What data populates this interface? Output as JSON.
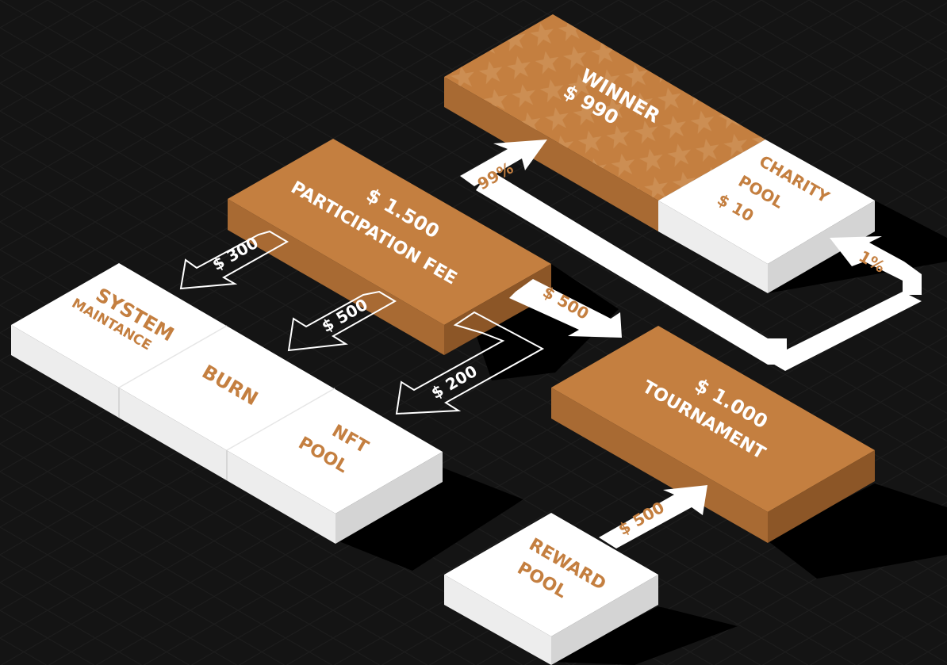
{
  "colors": {
    "background": "#141414",
    "copper_top": "#c47f40",
    "copper_side_left": "#a86a33",
    "copper_side_right": "#8c5627",
    "white_top": "#ffffff",
    "white_side_left": "#ededed",
    "white_side_right": "#d4d4d4",
    "label_on_copper": "#ffffff",
    "label_on_white": "#c47f40"
  },
  "blocks": {
    "winner": {
      "line1": "WINNER",
      "line2": "$ 990"
    },
    "charity": {
      "line1": "CHARITY",
      "line2": "POOL",
      "line3": "$ 10"
    },
    "participation": {
      "line1": "$ 1.500",
      "line2": "PARTICIPATION FEE"
    },
    "system": {
      "line1": "SYSTEM",
      "line2": "MAINTANCE"
    },
    "burn": {
      "line1": "BURN"
    },
    "nft": {
      "line1": "NFT",
      "line2": "POOL"
    },
    "tournament": {
      "line1": "$ 1.000",
      "line2": "TOURNAMENT"
    },
    "reward": {
      "line1": "REWARD",
      "line2": "POOL"
    }
  },
  "flows": {
    "to_system": "$ 300",
    "to_burn": "$ 500",
    "to_nft": "$ 200",
    "to_tournament": "$ 500",
    "reward_to_tournament": "$ 500",
    "to_winner": "99%",
    "to_charity": "1%"
  }
}
